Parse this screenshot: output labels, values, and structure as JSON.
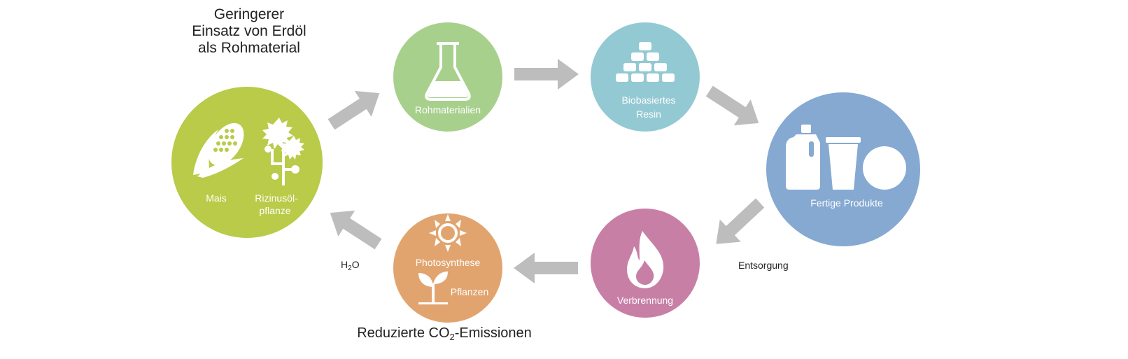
{
  "colors": {
    "green": "#b9cb48",
    "lightgreen": "#a8d08d",
    "teal": "#93c9d3",
    "blue": "#86a9d2",
    "pink": "#c87fa6",
    "orange": "#e2a46f",
    "arrow": "#bdbdbd"
  },
  "headline": [
    "Geringerer",
    "Einsatz von Erdöl",
    "als Rohmaterial"
  ],
  "plants": {
    "mais": "Mais",
    "rizinus_line1": "Rizinusöl-",
    "rizinus_line2": "pflanze",
    "icons": [
      "corn-icon",
      "castor-plant-icon"
    ]
  },
  "nodes": {
    "rohmaterialien": {
      "label": "Rohmaterialien",
      "icon": "flask-icon"
    },
    "resin": {
      "label_line1": "Biobasiertes",
      "label_line2": "Resin",
      "icon": "pellet-stack-icon"
    },
    "produkte": {
      "label": "Fertige Produkte",
      "icons": [
        "bottle-icon",
        "cup-icon",
        "plate-icon"
      ]
    },
    "verbrennung": {
      "label": "Verbrennung",
      "icon": "flame-icon"
    },
    "photosynthese": {
      "label": "Photosynthese",
      "label2": "Pflanzen",
      "icons": [
        "sun-icon",
        "sprout-icon"
      ]
    }
  },
  "side_labels": {
    "h2o_h": "H",
    "h2o_sub": "2",
    "h2o_o": "O",
    "entsorgung": "Entsorgung",
    "co2_pre": "Reduzierte CO",
    "co2_sub": "2",
    "co2_post": "-Emissionen"
  }
}
